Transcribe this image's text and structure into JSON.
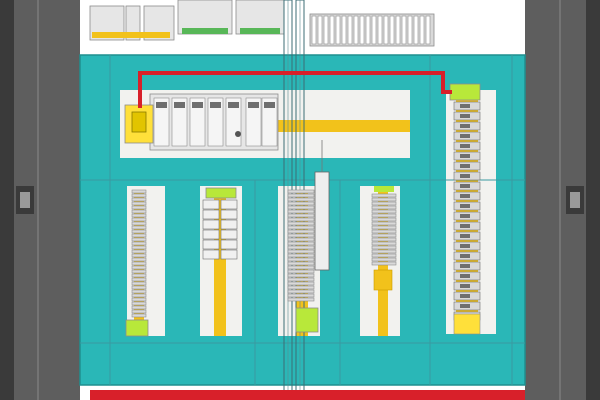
{
  "colors": {
    "cabinet": "#5e5e5e",
    "cabinet_dark": "#3a3a3a",
    "cabinet_edge": "#8a8a8a",
    "mounting_plate": "#2ab7b7",
    "plate_outline": "#1f8f8f",
    "channel_interior": "#f2f2ef",
    "din_rail": "#f2c21b",
    "din_rail_dark": "#c99a00",
    "terminal": "#d9d9d9",
    "terminal_edge": "#8c8c8c",
    "terminal_dark": "#6f6f6f",
    "module": "#e6e6e6",
    "module_green": "#58b758",
    "highlight_yellow": "#ffe03a",
    "highlight_green": "#b8e83a",
    "wire_red": "#d8202a",
    "grid_line": "#3a9aa0"
  },
  "components": [
    {
      "id": "top-breakers",
      "kind": "circuit-breaker-group",
      "icon": "breaker-icon"
    },
    {
      "id": "top-power-supplies",
      "kind": "power-supply-group",
      "icon": "psu-icon"
    },
    {
      "id": "top-terminal-strip",
      "kind": "terminal-strip",
      "icon": "terminal-icon"
    },
    {
      "id": "plc-rack",
      "kind": "plc-module-rack",
      "icon": "plc-icon"
    },
    {
      "id": "right-terminal-column",
      "kind": "terminal-column",
      "icon": "terminal-icon"
    },
    {
      "id": "lower-terminal-column-1",
      "kind": "terminal-column",
      "icon": "terminal-icon"
    },
    {
      "id": "lower-relay-column",
      "kind": "relay-column",
      "icon": "relay-icon"
    },
    {
      "id": "lower-terminal-column-3",
      "kind": "terminal-column",
      "icon": "terminal-icon"
    },
    {
      "id": "lower-terminal-column-4",
      "kind": "terminal-column",
      "icon": "terminal-icon"
    },
    {
      "id": "red-wire",
      "kind": "wire",
      "icon": "wire-icon"
    },
    {
      "id": "bottom-red-busbar",
      "kind": "busbar",
      "icon": "busbar-icon"
    }
  ]
}
